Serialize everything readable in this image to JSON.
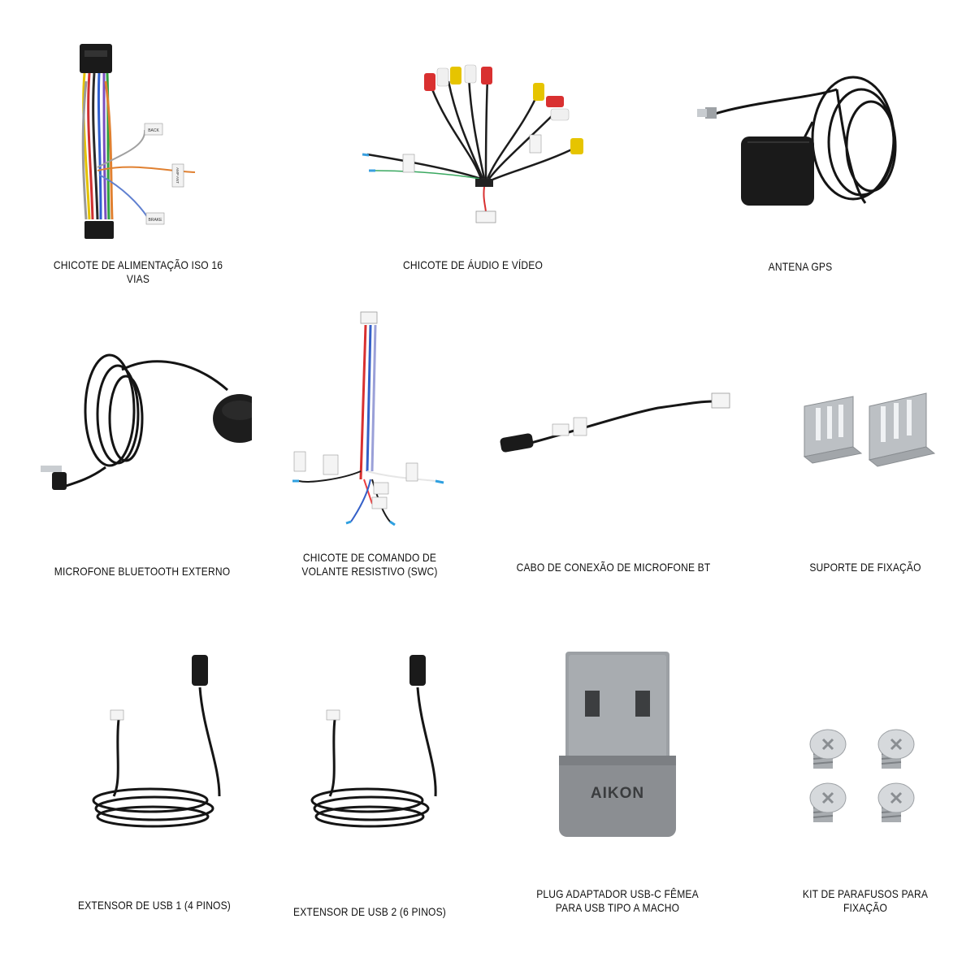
{
  "items": [
    {
      "id": "iso-harness",
      "icon": "iso-harness-icon",
      "label": [
        "CHICOTE DE ALIMENTAÇÃO ISO 16 VIAS"
      ],
      "tags": [
        "BACK",
        "AMP ANT",
        "BRAKE"
      ]
    },
    {
      "id": "av-harness",
      "icon": "rca-harness-icon",
      "label": [
        "CHICOTE DE ÁUDIO E VÍDEO"
      ]
    },
    {
      "id": "gps-antenna",
      "icon": "gps-antenna-icon",
      "label": [
        "ANTENA GPS"
      ]
    },
    {
      "id": "bt-mic",
      "icon": "microphone-icon",
      "label": [
        "MICROFONE BLUETOOTH EXTERNO"
      ]
    },
    {
      "id": "swc-harness",
      "icon": "swc-harness-icon",
      "label": [
        "CHICOTE DE COMANDO DE",
        "VOLANTE RESISTIVO (SWC)"
      ]
    },
    {
      "id": "mic-cable",
      "icon": "mic-cable-icon",
      "label": [
        "CABO DE CONEXÃO DE MICROFONE BT"
      ]
    },
    {
      "id": "bracket",
      "icon": "bracket-icon",
      "label": [
        "SUPORTE DE FIXAÇÃO"
      ]
    },
    {
      "id": "usb-ext-1",
      "icon": "usb-extension-icon",
      "label": [
        "EXTENSOR DE USB 1 (4 PINOS)"
      ]
    },
    {
      "id": "usb-ext-2",
      "icon": "usb-extension-icon",
      "label": [
        "EXTENSOR DE USB 2 (6 PINOS)"
      ]
    },
    {
      "id": "usbc-adapter",
      "icon": "usb-adapter-icon",
      "label": [
        "PLUG ADAPTADOR USB-C FÊMEA",
        "PARA USB TIPO A MACHO"
      ],
      "brand": "AIKON"
    },
    {
      "id": "screw-kit",
      "icon": "screw-icon",
      "label": [
        "KIT DE PARAFUSOS PARA FIXAÇÃO"
      ]
    }
  ],
  "colors": {
    "text": "#111111",
    "cable": "#141414",
    "metal": "#b9bcc0",
    "adapter": "#8e9195"
  }
}
